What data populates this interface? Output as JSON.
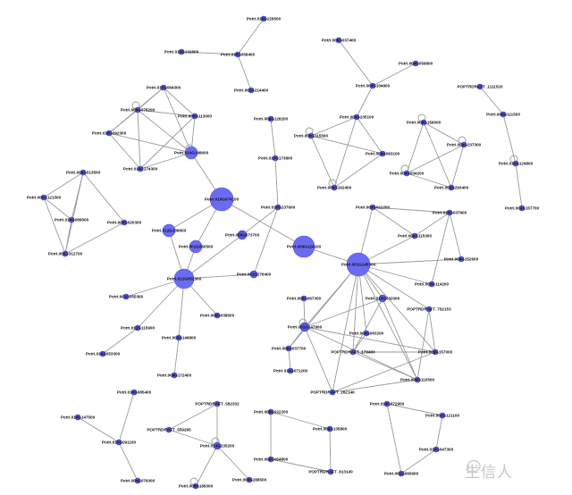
{
  "network": {
    "colors": {
      "node": "#5a5ae6",
      "edge": "#9a9a9a",
      "background": "#ffffff"
    },
    "nodes": [
      {
        "id": 1,
        "label": "Potri.010G229500"
      },
      {
        "id": 2,
        "label": "Potri.010G132600"
      },
      {
        "id": 3,
        "label": "Potri.010G058400"
      },
      {
        "id": 4,
        "label": "Potri.005G214400"
      },
      {
        "id": 5,
        "label": "Potri.010G064300"
      },
      {
        "id": 6,
        "label": "Potri.009G078200"
      },
      {
        "id": 7,
        "label": "Potri.009G113000"
      },
      {
        "id": 8,
        "label": "Potri.010G092300"
      },
      {
        "id": 9,
        "label": "Potri.010G148600"
      },
      {
        "id": 10,
        "label": "Potri.010G174300"
      },
      {
        "id": 11,
        "label": "Potri.009G128200"
      },
      {
        "id": 12,
        "label": "Potri.010G173800"
      },
      {
        "id": 13,
        "label": "Potri.009G013500"
      },
      {
        "id": 14,
        "label": "Potri.009G121500"
      },
      {
        "id": 15,
        "label": "Potri.010G089500"
      },
      {
        "id": 16,
        "label": "Potri.009G020300"
      },
      {
        "id": 17,
        "label": "Potri.005G312700"
      },
      {
        "id": 18,
        "label": "Potri.010G074100"
      },
      {
        "id": 19,
        "label": "Potri.012G108600"
      },
      {
        "id": 20,
        "label": "Potri.001G060500"
      },
      {
        "id": 21,
        "label": "Potri.009G073700"
      },
      {
        "id": 22,
        "label": "Potri.012G052300"
      },
      {
        "id": 23,
        "label": "Potri.001G276400"
      },
      {
        "id": 24,
        "label": "Potri.001G055300"
      },
      {
        "id": 25,
        "label": "Potri.009G038500"
      },
      {
        "id": 26,
        "label": "Potri.012G115900"
      },
      {
        "id": 27,
        "label": "Potri.005G146800"
      },
      {
        "id": 28,
        "label": "Potri.010G053300"
      },
      {
        "id": 29,
        "label": "Potri.009G172400"
      },
      {
        "id": 30,
        "label": "Potri.010G085400"
      },
      {
        "id": 31,
        "label": "Potri.010G147500"
      },
      {
        "id": 32,
        "label": "Potri.010G091100"
      },
      {
        "id": 33,
        "label": "Potri.004G079300"
      },
      {
        "id": 34,
        "label": "POPTRDRAFT_582332"
      },
      {
        "id": 35,
        "label": "POPTRDRAFT_559295"
      },
      {
        "id": 36,
        "label": "Potri.014G235200"
      },
      {
        "id": 37,
        "label": "Potri.008G189300"
      },
      {
        "id": 38,
        "label": "Potri.008G288500"
      },
      {
        "id": 39,
        "label": "Potri.008G022200"
      },
      {
        "id": 40,
        "label": "Potri.008G064800"
      },
      {
        "id": 41,
        "label": "POPTRDRAFT_813140"
      },
      {
        "id": 42,
        "label": "Potri.009G135800"
      },
      {
        "id": 43,
        "label": "Potri.009G037400"
      },
      {
        "id": 44,
        "label": "Potri.009G059800"
      },
      {
        "id": 45,
        "label": "Potri.009G104800"
      },
      {
        "id": 46,
        "label": "Potri.009G235100"
      },
      {
        "id": 47,
        "label": "Potri.009G115500"
      },
      {
        "id": 48,
        "label": "Potri.009G063100"
      },
      {
        "id": 49,
        "label": "Potri.009G159000"
      },
      {
        "id": 50,
        "label": "Potri.009G237300"
      },
      {
        "id": 51,
        "label": "Potri.009G034200"
      },
      {
        "id": 52,
        "label": "Potri.009G162400"
      },
      {
        "id": 53,
        "label": "Potri.009G293400"
      },
      {
        "id": 54,
        "label": "POPTRDRAFT_1111520"
      },
      {
        "id": 55,
        "label": "Potri.009G111500"
      },
      {
        "id": 56,
        "label": "Potri.010G124800"
      },
      {
        "id": 57,
        "label": "Potri.009G157700"
      },
      {
        "id": 58,
        "label": "Potri.009G011200"
      },
      {
        "id": 59,
        "label": "Potri.010G037800"
      },
      {
        "id": 60,
        "label": "Potri.009G115300"
      },
      {
        "id": 61,
        "label": "Potri.009G152600"
      },
      {
        "id": 62,
        "label": "Potri.009G124100"
      },
      {
        "id": 63,
        "label": "Potri.001G145300"
      },
      {
        "id": 64,
        "label": "Potri.009G114200"
      },
      {
        "id": 65,
        "label": "Potri.005G067300"
      },
      {
        "id": 66,
        "label": "Potri.010G032000"
      },
      {
        "id": 67,
        "label": "POPTRDRAFT_752153"
      },
      {
        "id": 68,
        "label": "Potri.001G147900"
      },
      {
        "id": 69,
        "label": "Potri.009G063200"
      },
      {
        "id": 70,
        "label": "Potri.006G037700"
      },
      {
        "id": 71,
        "label": "POPTRDRAFT_179400"
      },
      {
        "id": 72,
        "label": "Potri.009G157000"
      },
      {
        "id": 73,
        "label": "Potri.010G071200"
      },
      {
        "id": 74,
        "label": "Potri.009G110500"
      },
      {
        "id": 75,
        "label": "POPTRDRAFT_262146"
      },
      {
        "id": 76,
        "label": "Potri.010G072900"
      },
      {
        "id": 77,
        "label": "Potri.002G121100"
      },
      {
        "id": 78,
        "label": "Potri.010G047300"
      },
      {
        "id": 79,
        "label": "Potri.002G060600"
      },
      {
        "id": 80,
        "label": "Potri.010G237600"
      }
    ],
    "edges": [
      [
        1,
        3
      ],
      [
        2,
        3
      ],
      [
        3,
        4
      ],
      [
        5,
        6
      ],
      [
        5,
        7
      ],
      [
        5,
        8
      ],
      [
        5,
        9
      ],
      [
        6,
        7
      ],
      [
        6,
        8
      ],
      [
        6,
        9
      ],
      [
        6,
        10
      ],
      [
        7,
        9
      ],
      [
        7,
        10
      ],
      [
        8,
        9
      ],
      [
        8,
        10
      ],
      [
        9,
        10
      ],
      [
        9,
        18
      ],
      [
        11,
        12
      ],
      [
        12,
        80
      ],
      [
        80,
        23
      ],
      [
        80,
        21
      ],
      [
        18,
        62
      ],
      [
        13,
        14
      ],
      [
        13,
        15
      ],
      [
        13,
        16
      ],
      [
        13,
        17
      ],
      [
        14,
        15
      ],
      [
        14,
        17
      ],
      [
        15,
        17
      ],
      [
        16,
        17
      ],
      [
        18,
        19
      ],
      [
        18,
        20
      ],
      [
        19,
        22
      ],
      [
        20,
        22
      ],
      [
        21,
        22
      ],
      [
        22,
        23
      ],
      [
        22,
        24
      ],
      [
        22,
        25
      ],
      [
        22,
        26
      ],
      [
        22,
        27
      ],
      [
        27,
        29
      ],
      [
        26,
        28
      ],
      [
        32,
        30
      ],
      [
        32,
        31
      ],
      [
        32,
        33
      ],
      [
        34,
        35
      ],
      [
        34,
        36
      ],
      [
        35,
        36
      ],
      [
        36,
        37
      ],
      [
        36,
        38
      ],
      [
        39,
        40
      ],
      [
        40,
        41
      ],
      [
        39,
        42
      ],
      [
        42,
        41
      ],
      [
        43,
        45
      ],
      [
        44,
        45
      ],
      [
        45,
        46
      ],
      [
        46,
        47
      ],
      [
        46,
        48
      ],
      [
        46,
        52
      ],
      [
        47,
        48
      ],
      [
        47,
        52
      ],
      [
        48,
        52
      ],
      [
        49,
        50
      ],
      [
        49,
        51
      ],
      [
        49,
        53
      ],
      [
        50,
        51
      ],
      [
        50,
        53
      ],
      [
        51,
        53
      ],
      [
        54,
        55
      ],
      [
        55,
        56
      ],
      [
        56,
        57
      ],
      [
        58,
        59
      ],
      [
        58,
        63
      ],
      [
        58,
        60
      ],
      [
        59,
        60
      ],
      [
        59,
        61
      ],
      [
        59,
        64
      ],
      [
        60,
        63
      ],
      [
        63,
        61
      ],
      [
        63,
        64
      ],
      [
        62,
        63
      ],
      [
        63,
        66
      ],
      [
        63,
        67
      ],
      [
        63,
        69
      ],
      [
        63,
        71
      ],
      [
        63,
        72
      ],
      [
        63,
        74
      ],
      [
        63,
        75
      ],
      [
        63,
        68
      ],
      [
        63,
        70
      ],
      [
        65,
        68
      ],
      [
        68,
        70
      ],
      [
        70,
        73
      ],
      [
        68,
        66
      ],
      [
        68,
        72
      ],
      [
        68,
        74
      ],
      [
        66,
        71
      ],
      [
        66,
        74
      ],
      [
        67,
        72
      ],
      [
        67,
        74
      ],
      [
        69,
        71
      ],
      [
        71,
        72
      ],
      [
        71,
        74
      ],
      [
        75,
        72
      ],
      [
        75,
        74
      ],
      [
        75,
        68
      ],
      [
        76,
        77
      ],
      [
        77,
        78
      ],
      [
        78,
        79
      ],
      [
        76,
        79
      ]
    ]
  },
  "watermark": {
    "text": "生信人",
    "icon": "wechat-logo-icon"
  }
}
